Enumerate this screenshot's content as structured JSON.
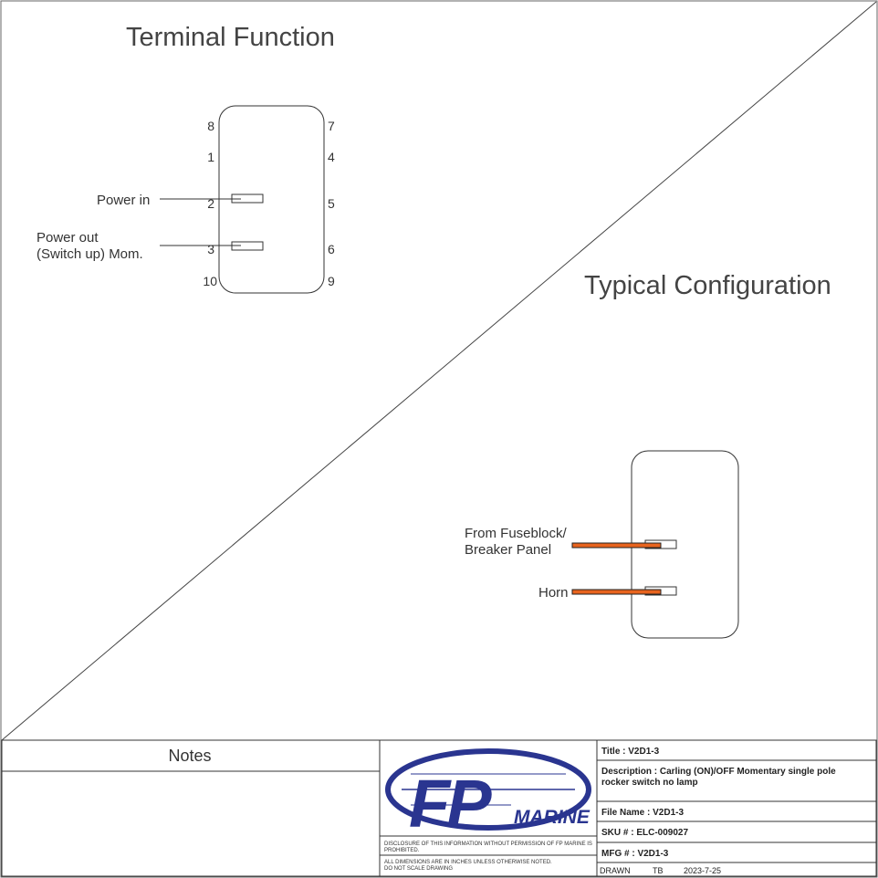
{
  "terminal_function": {
    "heading": "Terminal Function",
    "pins_left": [
      "8",
      "1",
      "2",
      "3",
      "10"
    ],
    "pins_right": [
      "7",
      "4",
      "5",
      "6",
      "9"
    ],
    "power_in_label": "Power in",
    "power_out_label_line1": "Power out",
    "power_out_label_line2": "(Switch up)  Mom."
  },
  "typical_configuration": {
    "heading": "Typical Configuration",
    "wire1_label_line1": "From Fuseblock/",
    "wire1_label_line2": "Breaker Panel",
    "wire2_label": "Horn",
    "wire_color": "#e8641e"
  },
  "title_block": {
    "notes_heading": "Notes",
    "logo_text": "FP MARINE",
    "brand_color": "#2a3590",
    "disclosure": [
      "DISCLOSURE OF THIS INFORMATION WITHOUT PERMISSION OF FP MARINE IS",
      "PROHIBITED."
    ],
    "dimensions_note": [
      "ALL DIMENSIONS ARE IN INCHES UNLESS OTHERWISE NOTED.",
      "DO NOT SCALE DRAWING"
    ],
    "title": "Title : V2D1-3",
    "description_line1": "Description : Carling (ON)/OFF Momentary single pole",
    "description_line2": "rocker switch no lamp",
    "file_name": "File Name : V2D1-3",
    "sku": "SKU # : ELC-009027",
    "mfg": "MFG # : V2D1-3",
    "drawn_label": "DRAWN",
    "drawn_by": "TB",
    "drawn_date": "2023-7-25"
  }
}
